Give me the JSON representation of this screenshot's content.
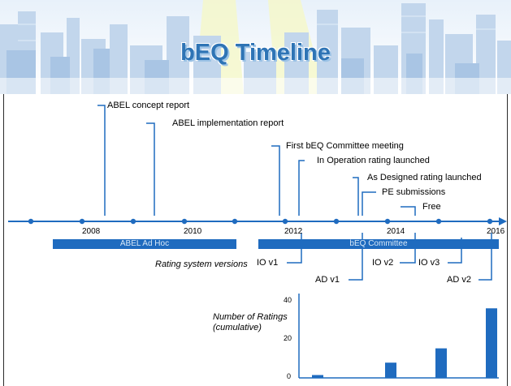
{
  "slide": {
    "title": "bEQ Timeline",
    "colors": {
      "accent": "#1f6bbf",
      "title": "#2e74b5",
      "banner": "#c8dcf0"
    }
  },
  "timeline": {
    "years": [
      "2008",
      "2010",
      "2012",
      "2014",
      "2016"
    ],
    "events": [
      {
        "label": "ABEL concept report"
      },
      {
        "label": "ABEL implementation report"
      },
      {
        "label": "First bEQ Committee meeting"
      },
      {
        "label": "In Operation rating launched"
      },
      {
        "label": "As Designed rating launched"
      },
      {
        "label": "PE submissions"
      },
      {
        "label": "Free"
      }
    ],
    "periods": [
      {
        "label": "ABEL Ad Hoc"
      },
      {
        "label": "bEQ Committee"
      }
    ]
  },
  "versions": {
    "caption": "Rating system versions",
    "items": [
      "IO v1",
      "AD v1",
      "IO v2",
      "IO v3",
      "AD v2"
    ]
  },
  "chart_data": {
    "type": "bar",
    "ylabel": "Number of Ratings (cumulative)",
    "ylabel_lines": [
      "Number of Ratings",
      "(cumulative)"
    ],
    "yticks": [
      "0",
      "20",
      "40"
    ],
    "ylim": [
      0,
      45
    ],
    "values": [
      1.5,
      8,
      15.5,
      36.5
    ]
  }
}
